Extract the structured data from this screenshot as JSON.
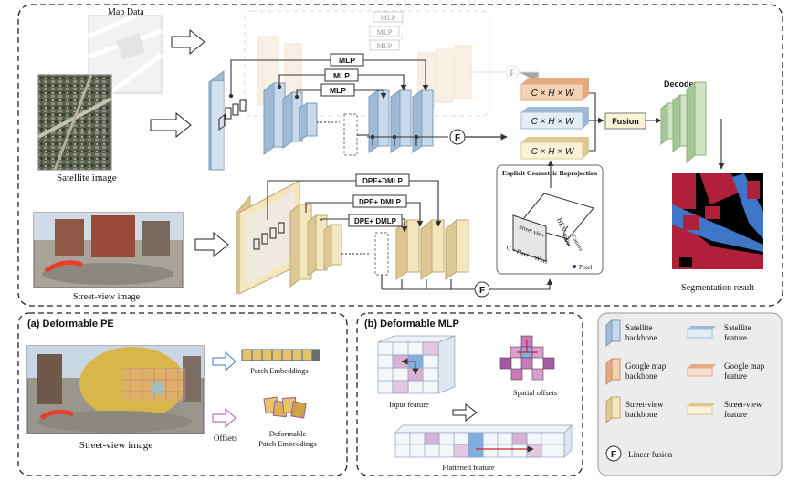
{
  "colors": {
    "satellite": "#c7d9ea",
    "satellite_side": "#9fbad4",
    "street": "#f5e7bd",
    "street_side": "#dcc893",
    "google": "#f3d2b6",
    "google_side": "#e2a983",
    "decoder": "#cfe3c5",
    "decoder_side": "#a6c796",
    "fusion": "#f7f3d6",
    "red": "#b0203a",
    "blue": "#3f77c8",
    "pink": "#d8b1d3",
    "magenta": "#a35aa2"
  },
  "main": {
    "map_data": "Map Data",
    "satellite_image": "Satellite image",
    "street_view_image": "Street-view image",
    "mlp_labels": [
      "MLP",
      "MLP",
      "MLP"
    ],
    "ghost_mlp_labels": [
      "MLP",
      "MLP",
      "MLP"
    ],
    "dpe_labels": [
      "DPE+DMLP",
      "DPE+ DMLP",
      "DPE+ DMLP"
    ],
    "feature_labels": [
      "C × H × W",
      "C × H × W",
      "C × H × W"
    ],
    "fusion": "Fusion",
    "decoder": "Decoder",
    "fusion_symbol": "F",
    "reprojection_title": "Explicit Geometric Reprojection",
    "bev_view": "BEV view",
    "street_view_plane": "Street view",
    "camera": "Camera",
    "pixel": "Pixel",
    "dims": "C × Hsvi × Wsvi",
    "segmentation_result": "Segmentation result"
  },
  "panel_a": {
    "title": "(a) Deformable PE",
    "image_caption": "Street-view image",
    "offsets": "Offsets",
    "patch_embeddings": "Patch Embeddings",
    "deformable_line1": "Deformable",
    "deformable_line2": "Patch Embeddings"
  },
  "panel_b": {
    "title": "(b) Deformable MLP",
    "input_feature": "Input feature",
    "spatial_offsets": "Spatial offsets",
    "flattened_feature": "Flattened feature"
  },
  "legend": {
    "items": [
      {
        "label": "Satellite backbone",
        "line1": "Satellite",
        "line2": "backbone"
      },
      {
        "label": "Satellite feature",
        "line1": "Satellite",
        "line2": "feature"
      },
      {
        "label": "Google map backbone",
        "line1": "Google map",
        "line2": "backbone"
      },
      {
        "label": "Google map feature",
        "line1": "Google map",
        "line2": "feature"
      },
      {
        "label": "Street-view backbone",
        "line1": "Street-view",
        "line2": "backbone"
      },
      {
        "label": "Street-view feature",
        "line1": "Street-view",
        "line2": "feature"
      },
      {
        "label": "Linear fusion",
        "line1": "Linear fusion",
        "line2": ""
      }
    ]
  }
}
